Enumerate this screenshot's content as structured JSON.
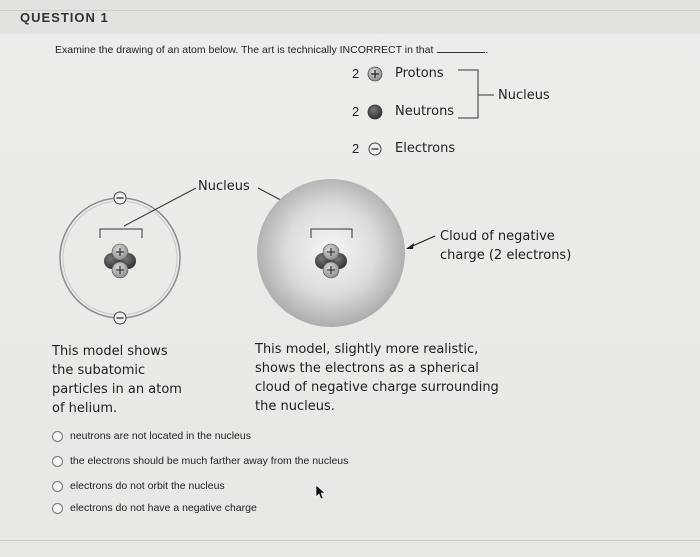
{
  "question": {
    "title": "QUESTION 1",
    "prompt": "Examine the drawing of an atom below. The art is technically INCORRECT in that"
  },
  "legend": {
    "protons": {
      "count": "2",
      "label": "Protons",
      "icon": "plus-circle-icon"
    },
    "neutrons": {
      "count": "2",
      "label": "Neutrons",
      "icon": "dark-circle-icon"
    },
    "electrons": {
      "count": "2",
      "label": "Electrons",
      "icon": "minus-circle-icon"
    },
    "nucleus_label": "Nucleus"
  },
  "diagram": {
    "nucleus_label": "Nucleus",
    "cloud_label": "Cloud of negative\ncharge (2 electrons)"
  },
  "captions": {
    "left": "This model shows\nthe subatomic\nparticles in an atom\nof helium.",
    "right": "This model, slightly more realistic,\nshows the electrons as a spherical\ncloud of negative charge surrounding\nthe nucleus."
  },
  "choices": [
    {
      "label": "neutrons are not located in the nucleus"
    },
    {
      "label": "the electrons should be much farther away from the nucleus"
    },
    {
      "label": "electrons do not orbit the nucleus"
    },
    {
      "label": "electrons do not have a negative charge"
    }
  ],
  "colors": {
    "proton": "#9a9a9a",
    "neutron": "#3c3c3c",
    "cloud_center": "#f4f4f4",
    "cloud_edge": "#a9a9a9",
    "orbit": "#8c8c8c"
  }
}
